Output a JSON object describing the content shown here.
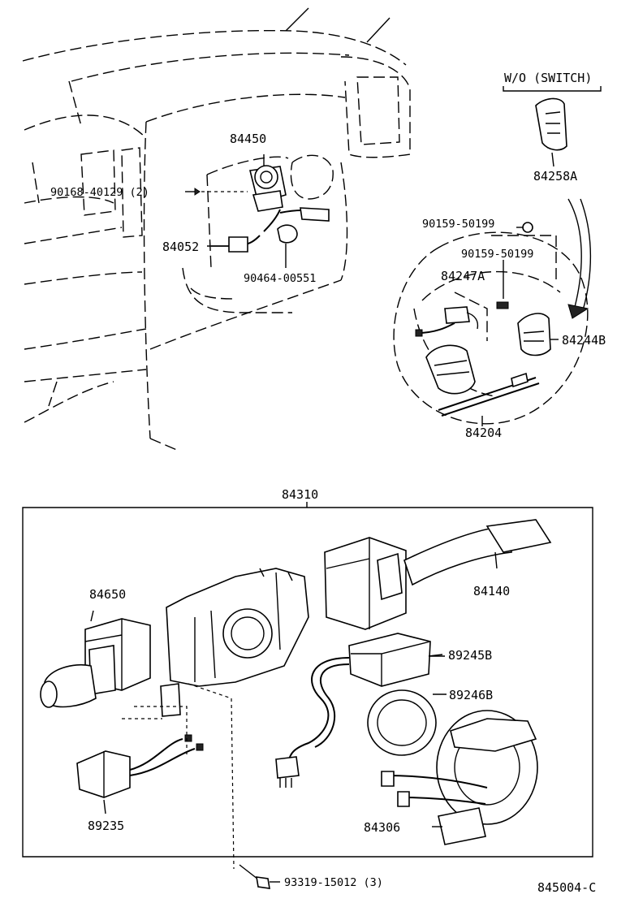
{
  "diagram": {
    "header_note": "W/O (SWITCH)",
    "callouts": {
      "p84450": "84450",
      "p90168": "90168-40129 (2)",
      "p84052": "84052",
      "p90464": "90464-00551",
      "p84258A": "84258A",
      "p90159a": "90159-50199",
      "p90159b": "90159-50199",
      "p84247A": "84247A",
      "p84244B": "84244B",
      "p84204": "84204",
      "p84310": "84310",
      "p84650": "84650",
      "p84140": "84140",
      "p89245B": "89245B",
      "p89246B": "89246B",
      "p89235": "89235",
      "p84306": "84306",
      "p93319": "93319-15012 (3)"
    },
    "ref_code": "845004-C"
  }
}
